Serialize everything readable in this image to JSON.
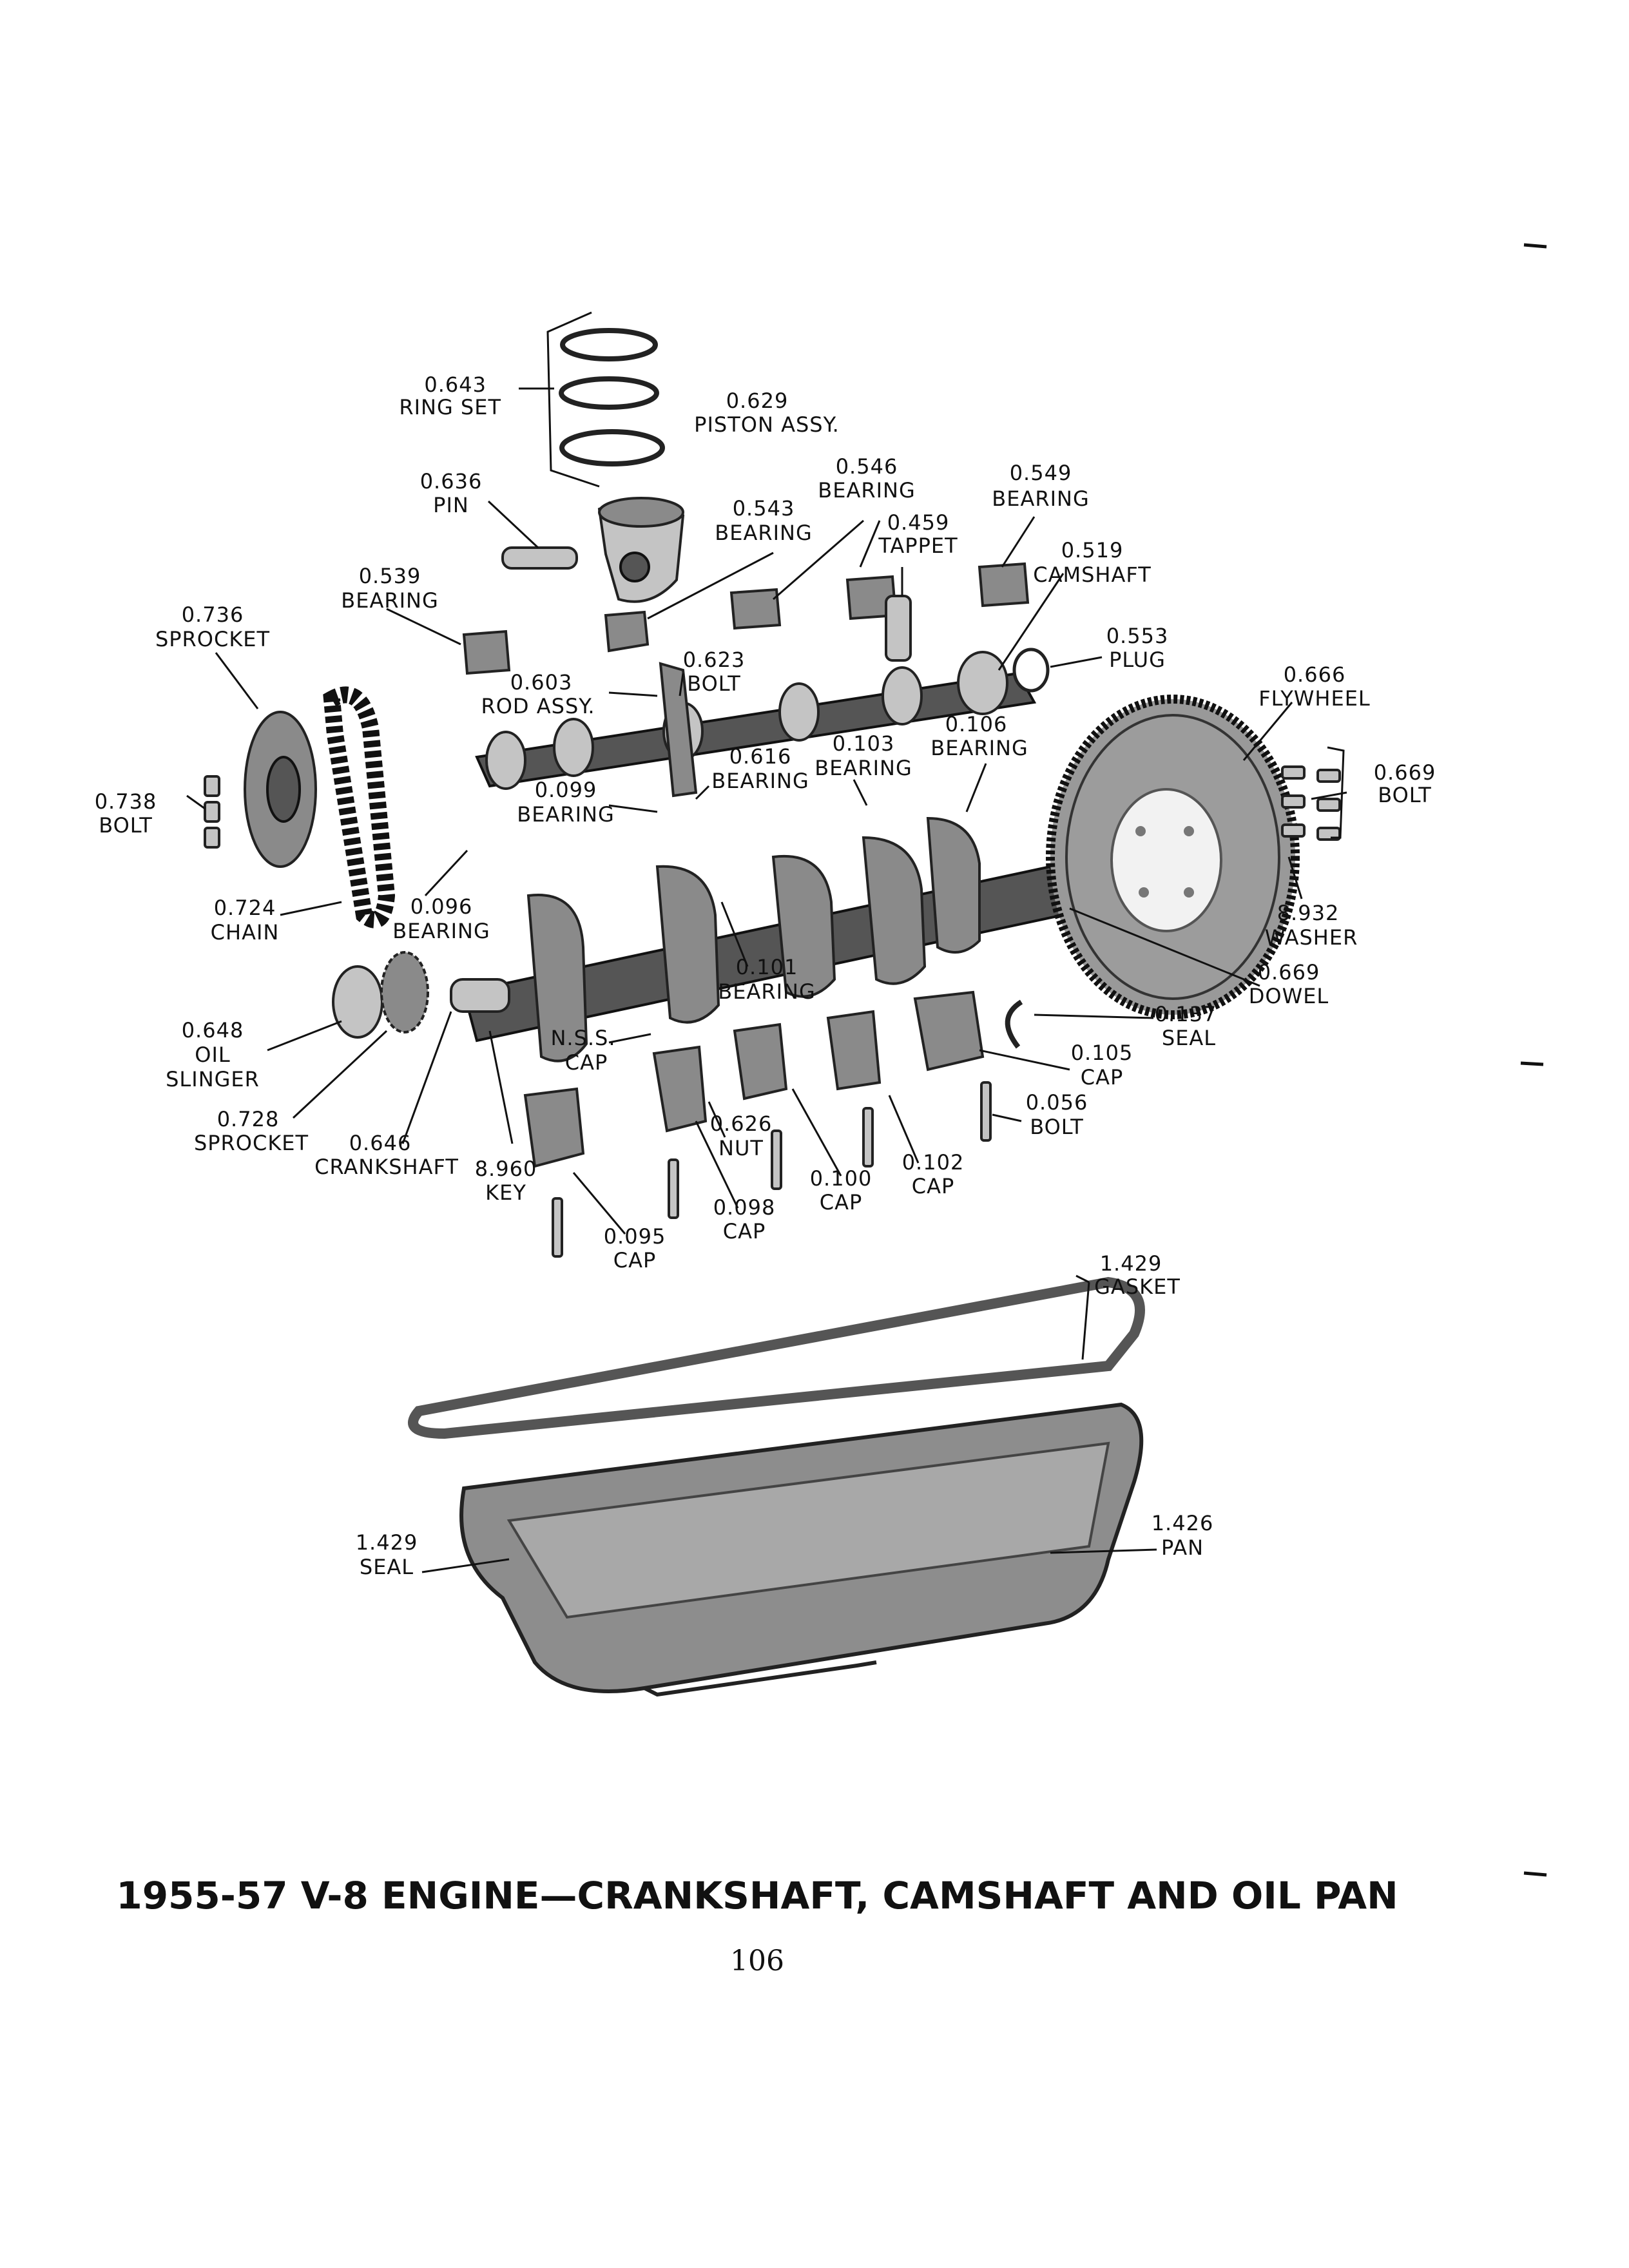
{
  "title": "1955-57 V-8 ENGINE—CRANKSHAFT, CAMSHAFT AND OIL PAN",
  "page_number": "106",
  "callouts": [
    {
      "num": "0.643",
      "name": "RING SET"
    },
    {
      "num": "0.629",
      "name": "PISTON ASSY."
    },
    {
      "num": "0.636",
      "name": "PIN"
    },
    {
      "num": "0.546",
      "name": "BEARING"
    },
    {
      "num": "0.549",
      "name": "BEARING"
    },
    {
      "num": "0.543",
      "name": "BEARING"
    },
    {
      "num": "0.459",
      "name": "TAPPET"
    },
    {
      "num": "0.519",
      "name": "CAMSHAFT"
    },
    {
      "num": "0.539",
      "name": "BEARING"
    },
    {
      "num": "0.736",
      "name": "SPROCKET"
    },
    {
      "num": "0.553",
      "name": "PLUG"
    },
    {
      "num": "0.623",
      "name": "BOLT"
    },
    {
      "num": "0.603",
      "name": "ROD ASSY."
    },
    {
      "num": "0.666",
      "name": "FLYWHEEL"
    },
    {
      "num": "0.106",
      "name": "BEARING"
    },
    {
      "num": "0.103",
      "name": "BEARING"
    },
    {
      "num": "0.616",
      "name": "BEARING"
    },
    {
      "num": "0.669",
      "name": "BOLT"
    },
    {
      "num": "0.738",
      "name": "BOLT"
    },
    {
      "num": "0.099",
      "name": "BEARING"
    },
    {
      "num": "0.724",
      "name": "CHAIN"
    },
    {
      "num": "0.096",
      "name": "BEARING"
    },
    {
      "num": "8.932",
      "name": "WASHER"
    },
    {
      "num": "0.669",
      "name": "DOWEL"
    },
    {
      "num": "0.101",
      "name": "BEARING"
    },
    {
      "num": "0.137",
      "name": "SEAL"
    },
    {
      "num": "0.648",
      "name": "OIL",
      "name2": "SLINGER"
    },
    {
      "num": "N.S.S.",
      "name": "CAP"
    },
    {
      "num": "0.105",
      "name": "CAP"
    },
    {
      "num": "0.056",
      "name": "BOLT"
    },
    {
      "num": "0.728",
      "name": "SPROCKET"
    },
    {
      "num": "0.646",
      "name": "CRANKSHAFT"
    },
    {
      "num": "8.960",
      "name": "KEY"
    },
    {
      "num": "0.626",
      "name": "NUT"
    },
    {
      "num": "0.102",
      "name": "CAP"
    },
    {
      "num": "0.100",
      "name": "CAP"
    },
    {
      "num": "0.098",
      "name": "CAP"
    },
    {
      "num": "0.095",
      "name": "CAP"
    },
    {
      "num": "1.429",
      "name": "GASKET"
    },
    {
      "num": "1.429",
      "name": "SEAL"
    },
    {
      "num": "1.426",
      "name": "PAN"
    }
  ]
}
